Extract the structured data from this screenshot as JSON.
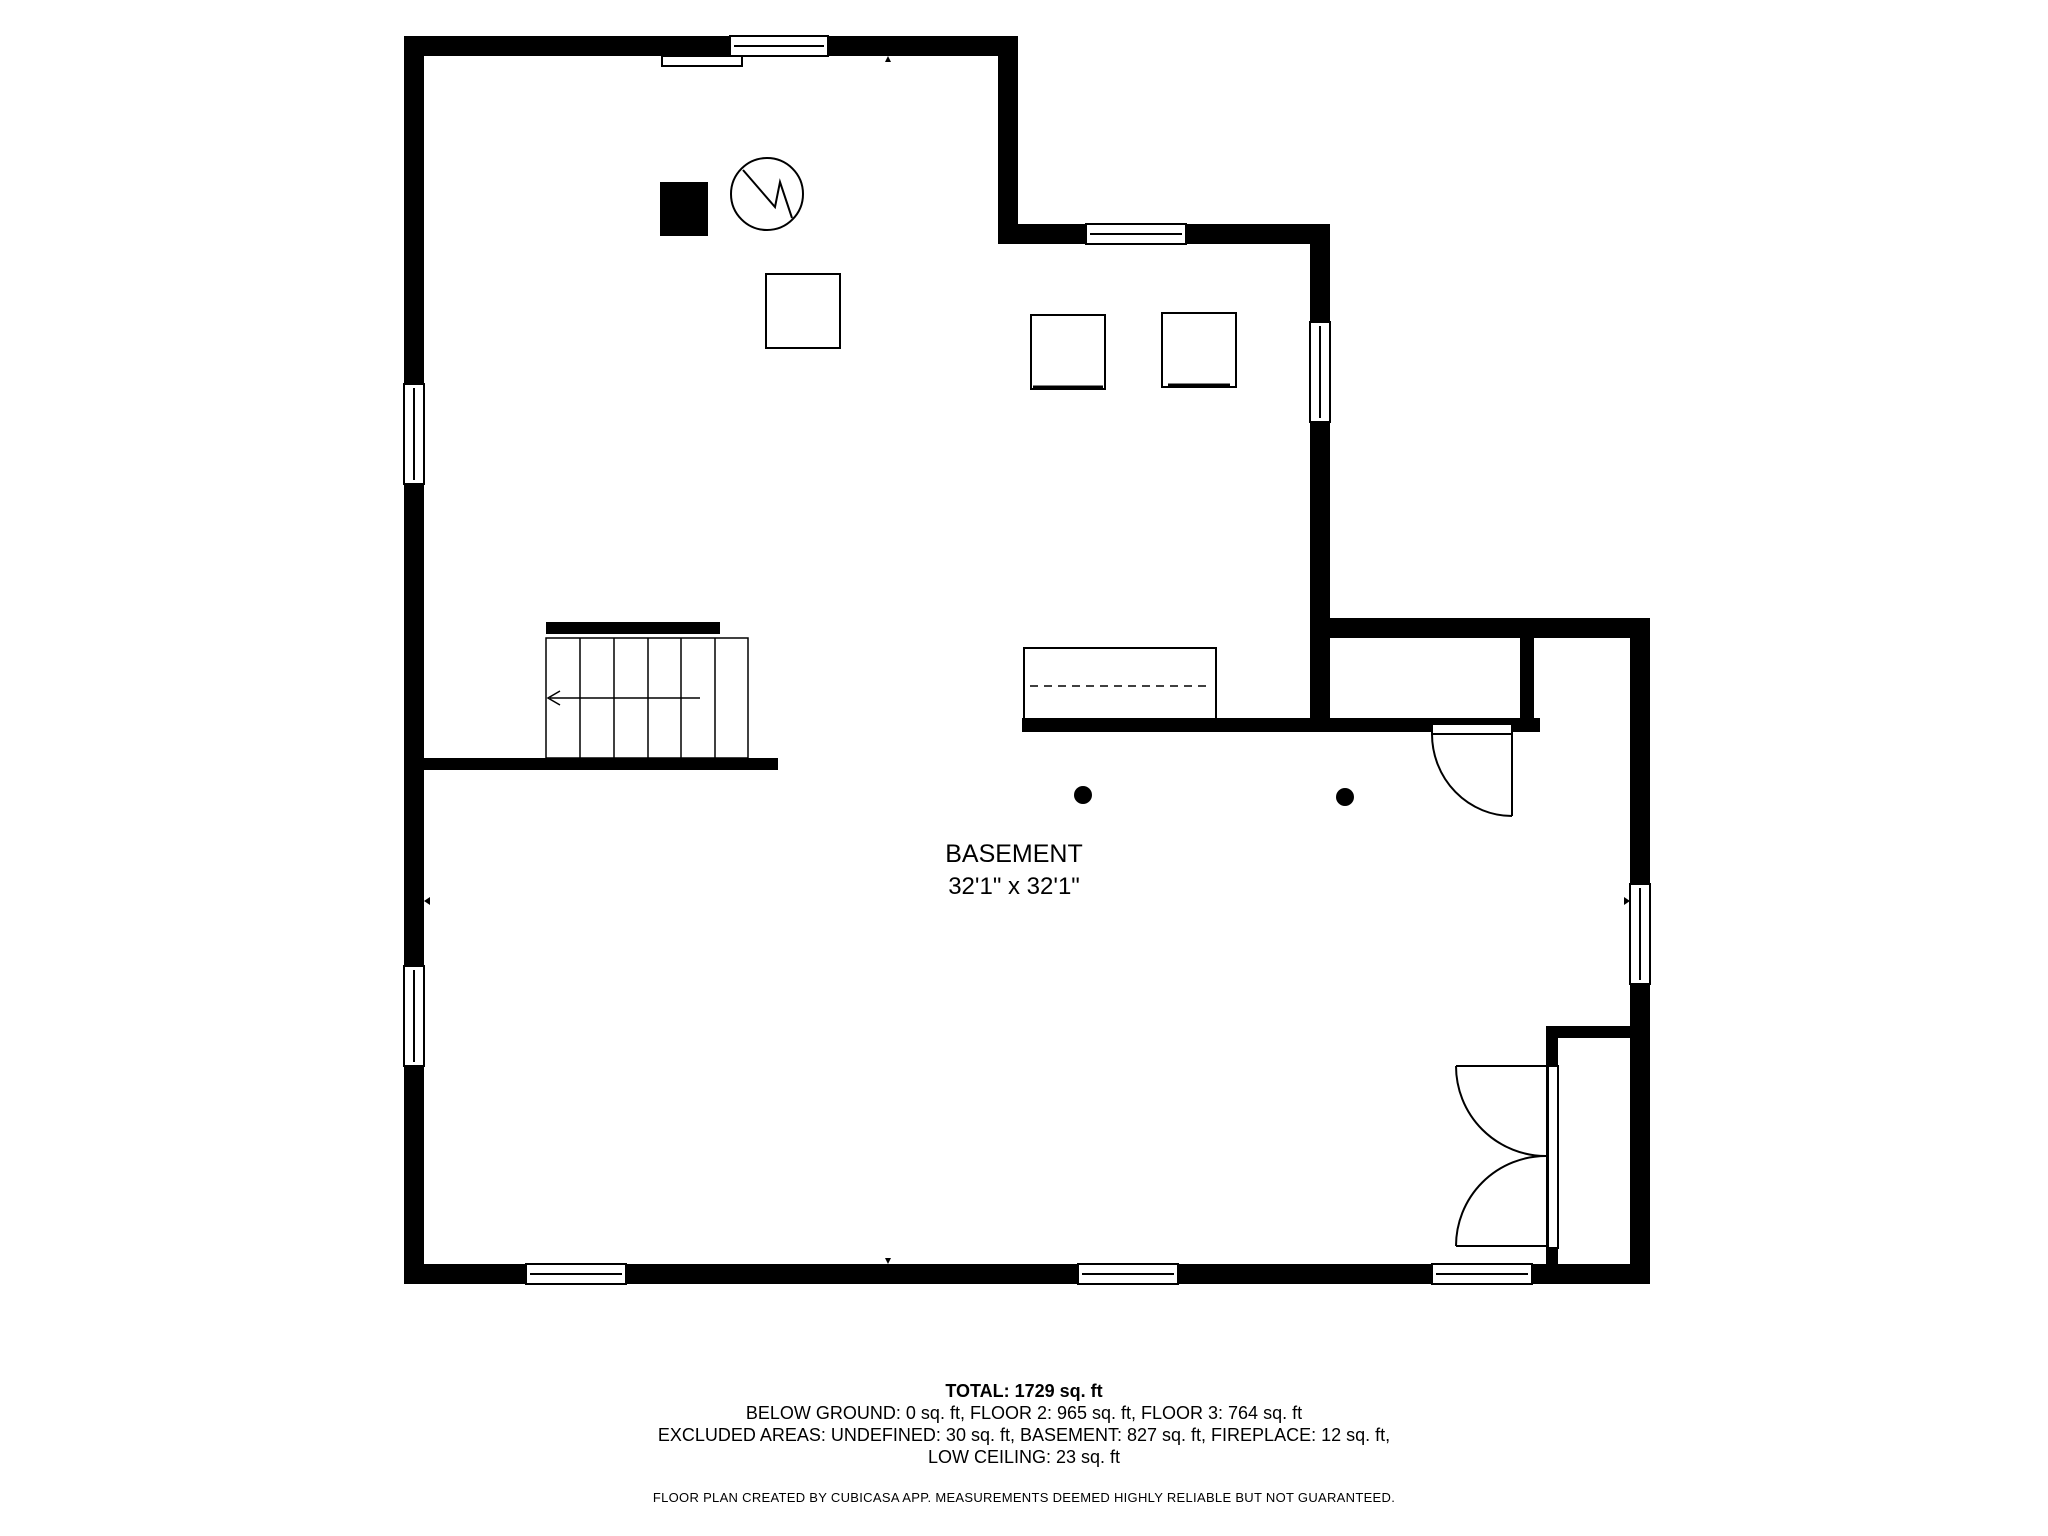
{
  "room": {
    "name": "BASEMENT",
    "dimensions": "32'1\" x 32'1\""
  },
  "summary": {
    "total": "TOTAL: 1729 sq. ft",
    "line1": "BELOW GROUND: 0 sq. ft, FLOOR 2: 965 sq. ft, FLOOR 3: 764 sq. ft",
    "line2": "EXCLUDED AREAS: UNDEFINED: 30 sq. ft, BASEMENT: 827 sq. ft, FIREPLACE: 12 sq. ft,",
    "line3": "LOW CEILING: 23 sq. ft"
  },
  "disclaimer": "FLOOR PLAN CREATED BY CUBICASA APP. MEASUREMENTS DEEMED HIGHLY RELIABLE BUT NOT GUARANTEED."
}
